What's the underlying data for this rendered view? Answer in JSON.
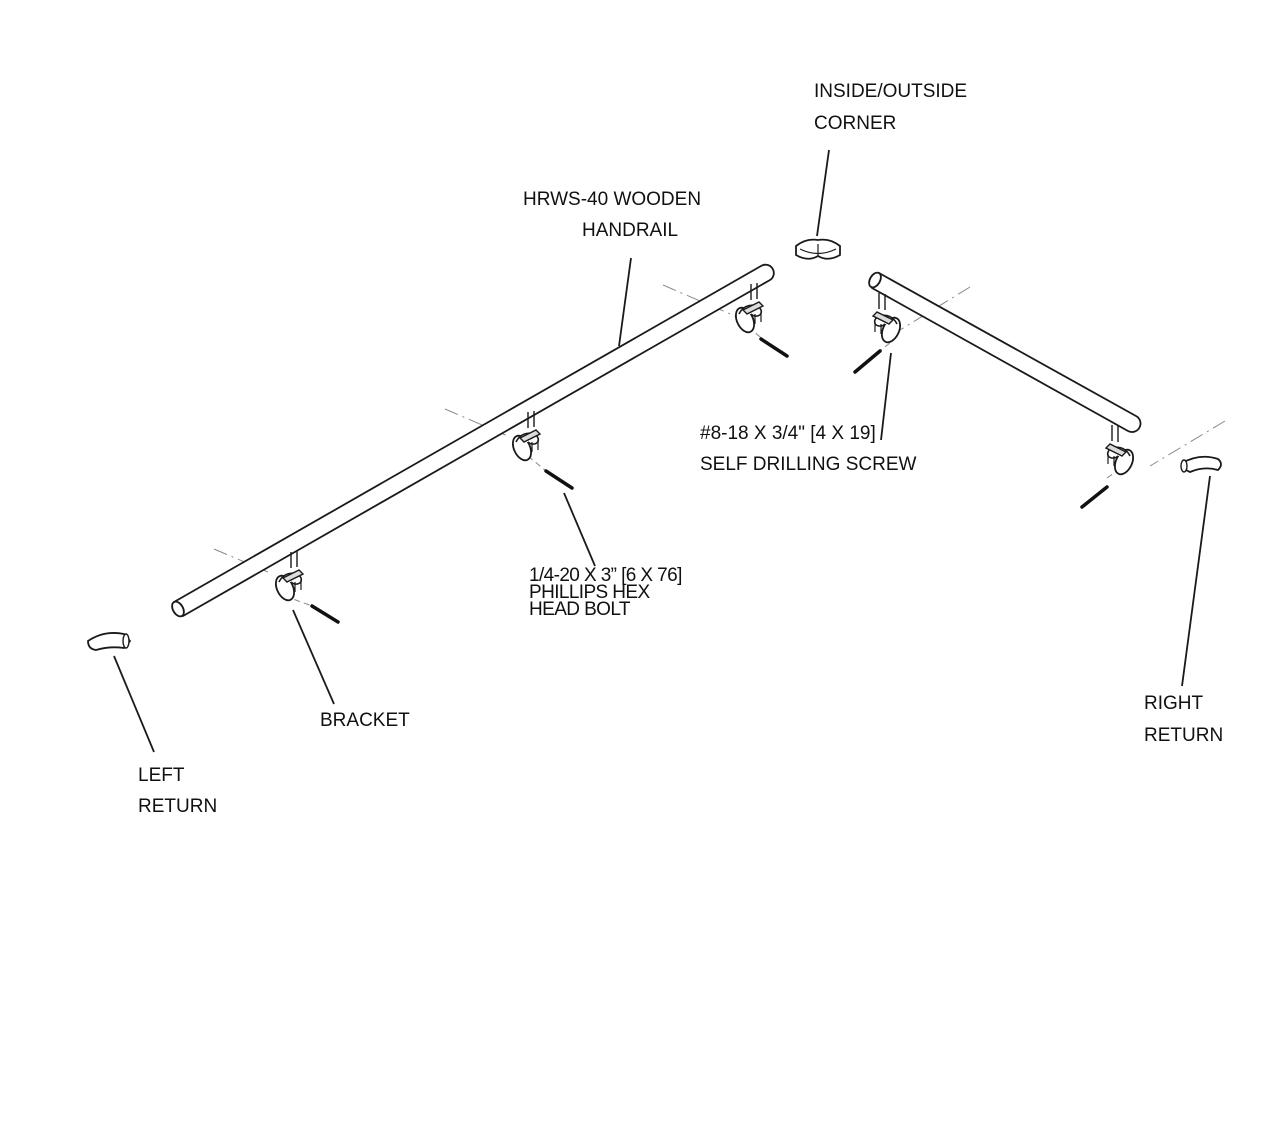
{
  "colors": {
    "line": "#1a1a1a",
    "dash": "#888888",
    "fill": "#ffffff",
    "shade": "#dcdcdc"
  },
  "labels": {
    "corner": [
      "INSIDE/OUTSIDE",
      "CORNER"
    ],
    "handrail": [
      "HRWS-40 WOODEN",
      "HANDRAIL"
    ],
    "screw": [
      "#8-18 X 3/4\" [4 X 19]",
      "SELF DRILLING SCREW"
    ],
    "bolt": [
      "1/4-20 X 3” [6 X 76]",
      "PHILLIPS HEX",
      "HEAD BOLT"
    ],
    "bracket": "BRACKET",
    "right_return": [
      "RIGHT",
      "RETURN"
    ],
    "left_return": [
      "LEFT",
      "RETURN"
    ]
  },
  "parts": [
    "handrail-left",
    "handrail-right",
    "bracket",
    "bolt",
    "screw",
    "left-return",
    "right-return",
    "inside-outside-corner"
  ]
}
